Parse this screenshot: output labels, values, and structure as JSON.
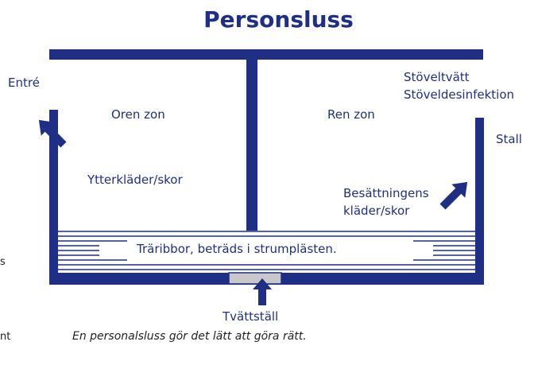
{
  "title": "Personsluss",
  "labels": {
    "entrance": "Entré",
    "dirty_zone": "Oren zon",
    "clean_zone": "Ren zon",
    "boot_wash": "Stöveltvätt",
    "boot_disinfection": "Stöveldesinfektion",
    "barn": "Stall",
    "outer_clothes": "Ytterkläder/skor",
    "staff_clothes_line1": "Besättningens",
    "staff_clothes_line2": "kläder/skor",
    "bench": "Träribbor, beträds i strumplästen.",
    "wash_basin": "Tvättställ"
  },
  "caption": "En personalsluss gör det lätt att göra rätt.",
  "left_margin_fragments": [
    "s",
    "nt"
  ],
  "colors": {
    "wall": "#1f2f86",
    "text": "#1f2f86",
    "basin": "#c8c8c8"
  }
}
